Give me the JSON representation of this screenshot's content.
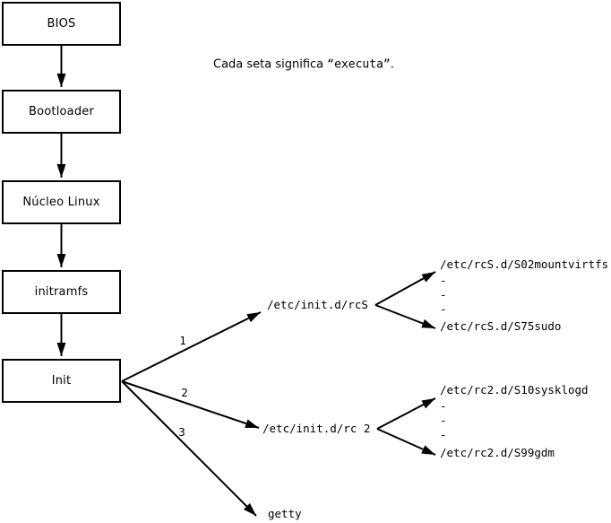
{
  "diagram": {
    "note": {
      "prefix": "Cada seta significa ",
      "code": "“executa”",
      "suffix": "."
    },
    "nodes": [
      {
        "id": "bios",
        "label": "BIOS"
      },
      {
        "id": "bootloader",
        "label": "Bootloader"
      },
      {
        "id": "nucleo",
        "label": "Núcleo Linux"
      },
      {
        "id": "initramfs",
        "label": "initramfs"
      },
      {
        "id": "init",
        "label": "Init"
      }
    ],
    "edge_labels": {
      "rcs": "1",
      "rc2": "2",
      "getty": "3"
    },
    "targets": {
      "rcs": "/etc/init.d/rcS",
      "rc2": "/etc/init.d/rc 2",
      "getty": "getty",
      "rcs_scripts_first": "/etc/rcS.d/S02mountvirtfs",
      "rcs_scripts_last": "/etc/rcS.d/S75sudo",
      "rc2_scripts_first": "/etc/rc2.d/S10sysklogd",
      "rc2_scripts_last": "/etc/rc2.d/S99gdm",
      "ellipsis": "-"
    },
    "colors": {
      "line": "#000000",
      "background": "#ffffff",
      "box_fill": "#ffffff",
      "text": "#000000"
    }
  }
}
